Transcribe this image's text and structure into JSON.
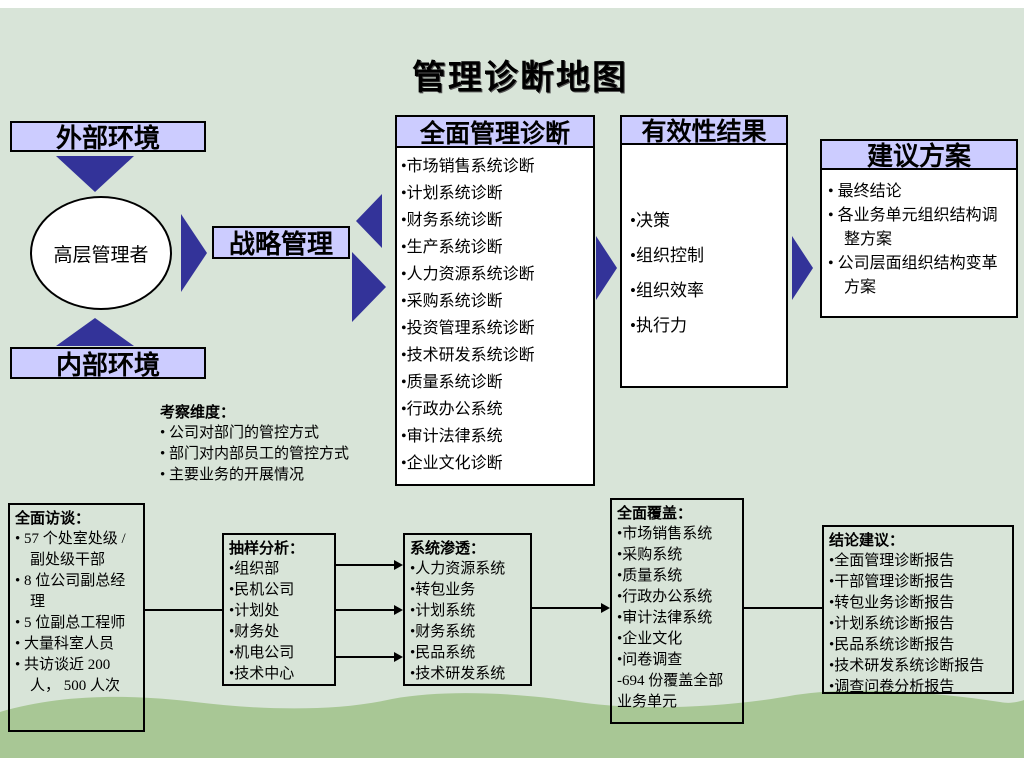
{
  "title": "管理诊断地图",
  "colors": {
    "accent_lavender": "#ccccff",
    "arrow_blue": "#333399",
    "background_green": "#d8e4d8",
    "wave_green": "#a8c795"
  },
  "flow": {
    "external_env_label": "外部环境",
    "top_manager_label": "高层管理者",
    "internal_env_label": "内部环境",
    "strategy_label": "战略管理",
    "diagnosis": {
      "title": "全面管理诊断",
      "items": [
        "•市场销售系统诊断",
        "•计划系统诊断",
        "•财务系统诊断",
        "•生产系统诊断",
        "•人力资源系统诊断",
        "•采购系统诊断",
        "•投资管理系统诊断",
        "•技术研发系统诊断",
        "•质量系统诊断",
        "•行政办公系统",
        "•审计法律系统",
        "•企业文化诊断"
      ]
    },
    "effectiveness": {
      "title": "有效性结果",
      "items": [
        "•决策",
        "•组织控制",
        "•组织效率",
        "•执行力"
      ]
    },
    "proposal": {
      "title": "建议方案",
      "items": [
        "• 最终结论",
        "• 各业务单元组织结构调整方案",
        "• 公司层面组织结构变革方案"
      ]
    }
  },
  "dimensions_note": {
    "title": "考察维度：",
    "items": [
      "• 公司对部门的管控方式",
      "• 部门对内部员工的管控方式",
      "• 主要业务的开展情况"
    ]
  },
  "process": {
    "interviews": {
      "title": "全面访谈：",
      "items": [
        "• 57 个处室处级 / 副处级干部",
        "• 8 位公司副总经理",
        "• 5 位副总工程师",
        "• 大量科室人员",
        "• 共访谈近 200 人， 500 人次"
      ]
    },
    "sampling": {
      "title": "抽样分析：",
      "items": [
        "•组织部",
        "•民机公司",
        "•计划处",
        "•财务处",
        "•机电公司",
        "•技术中心"
      ]
    },
    "penetration": {
      "title": "系统渗透：",
      "items": [
        "•人力资源系统",
        "•转包业务",
        "•计划系统",
        "•财务系统",
        "•民品系统",
        "•技术研发系统"
      ]
    },
    "coverage": {
      "title": "全面覆盖：",
      "items": [
        "•市场销售系统",
        "•采购系统",
        "•质量系统",
        "•行政办公系统",
        "•审计法律系统",
        "•企业文化",
        "•问卷调查"
      ],
      "note": "-694 份覆盖全部业务单元"
    },
    "conclusions": {
      "title": "结论建议：",
      "items": [
        "•全面管理诊断报告",
        "•干部管理诊断报告",
        "•转包业务诊断报告",
        "•计划系统诊断报告",
        "•民品系统诊断报告",
        "•技术研发系统诊断报告",
        "•调查问卷分析报告"
      ]
    }
  }
}
